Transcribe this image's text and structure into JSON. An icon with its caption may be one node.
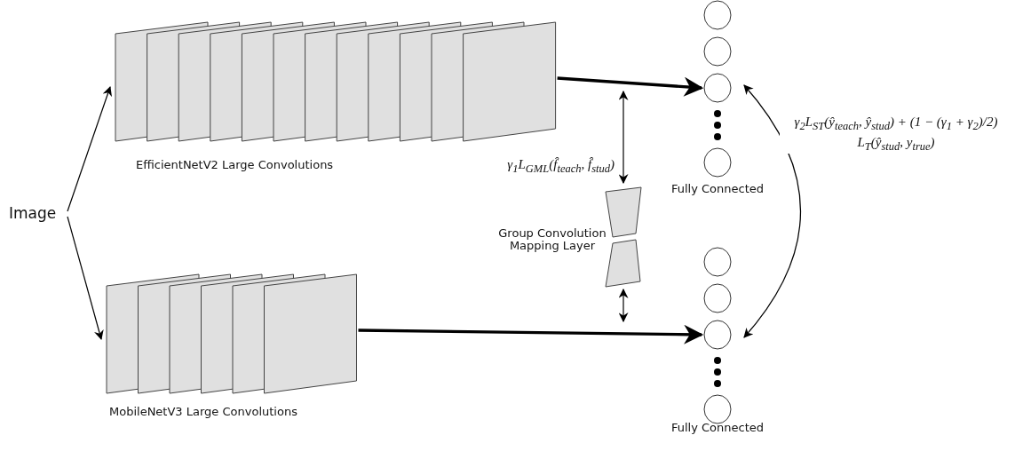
{
  "diagram": {
    "nodes": [
      {
        "text": [
          "Image"
        ]
      },
      {
        "text": [
          "EfficientNetV2 Large Convolutions"
        ]
      },
      {
        "text": [
          "MobileNetV3 Large Convolutions"
        ]
      },
      {
        "text": [
          "Fully Connected"
        ]
      },
      {
        "text": [
          "Fully Connected"
        ]
      },
      {
        "text": [
          "Group Convolution Mapping Layer"
        ]
      }
    ],
    "edges": [
      {
        "from": 0,
        "to": 1,
        "arrow": "to"
      },
      {
        "from": 0,
        "to": 2,
        "arrow": "to"
      },
      {
        "from": 1,
        "to": 3,
        "arrow": "to",
        "style": "thick"
      },
      {
        "from": 2,
        "to": 4,
        "arrow": "to",
        "style": "thick"
      },
      {
        "from": 5,
        "to": null,
        "arrow": "both",
        "label": "γ$_{1}$L$_{GML}$(f̂$_{teach}$, f̂$_{stud}$)"
      },
      {
        "from": 5,
        "to": null,
        "arrow": "both"
      },
      {
        "from": 3,
        "to": 4,
        "arrow": "both",
        "label": "γ$_{2}$L$_{ST}$(ŷ$_{teach}$, ŷ$_{stud}$) + (1 − (γ$_{1}$ + γ$_{2}$)/2) L$_{T}$(ŷ$_{stud}$, y$_{true}$)"
      }
    ]
  }
}
